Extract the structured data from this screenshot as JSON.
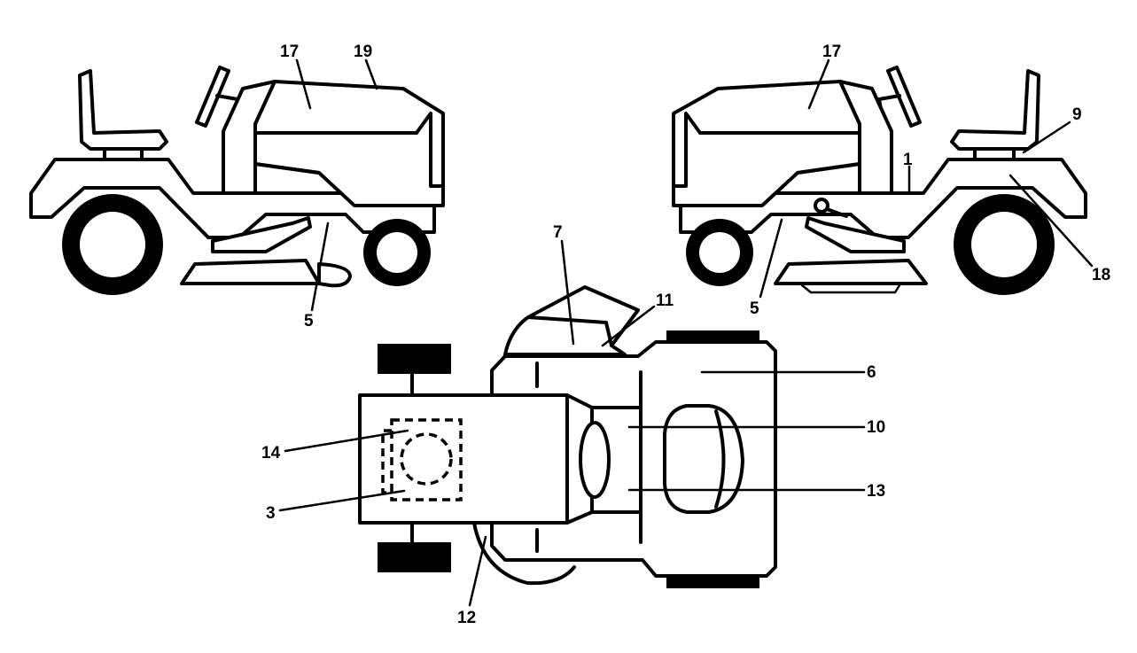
{
  "callouts": {
    "left_17": "17",
    "left_19": "19",
    "left_5": "5",
    "right_17": "17",
    "right_9": "9",
    "right_1": "1",
    "right_18": "18",
    "right_5": "5",
    "top_7": "7",
    "top_11": "11",
    "top_6": "6",
    "top_10": "10",
    "top_13": "13",
    "top_14": "14",
    "top_3": "3",
    "top_12": "12"
  },
  "colors": {
    "line": "#000000",
    "background": "#ffffff"
  }
}
